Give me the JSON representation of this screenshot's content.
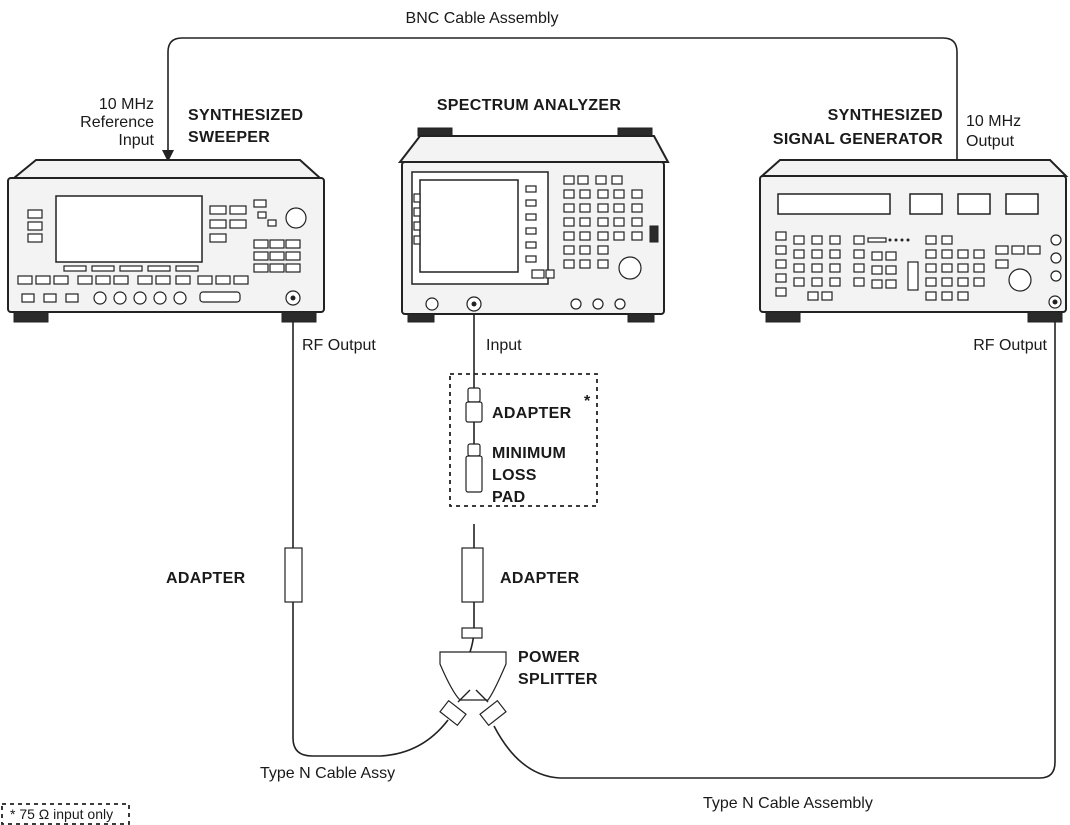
{
  "labels": {
    "bnc_cable": "BNC Cable Assembly",
    "ref_input_line1": "10 MHz",
    "ref_input_line2": "Reference",
    "ref_input_line3": "Input",
    "sweeper_line1": "SYNTHESIZED",
    "sweeper_line2": "SWEEPER",
    "spectrum_analyzer": "SPECTRUM ANALYZER",
    "siggen_line1": "SYNTHESIZED",
    "siggen_line2": "SIGNAL GENERATOR",
    "out10_line1": "10 MHz",
    "out10_line2": "Output",
    "rf_output_left": "RF Output",
    "input": "Input",
    "rf_output_right": "RF Output",
    "adapter_star": "ADAPTER",
    "asterisk": "*",
    "min_loss_line1": "MINIMUM",
    "min_loss_line2": "LOSS",
    "min_loss_line3": "PAD",
    "adapter_left": "ADAPTER",
    "adapter_mid": "ADAPTER",
    "splitter_line1": "POWER",
    "splitter_line2": "SPLITTER",
    "cable_left": "Type N Cable Assy",
    "cable_right": "Type N Cable Assembly",
    "footnote": "* 75 Ω  input only"
  }
}
